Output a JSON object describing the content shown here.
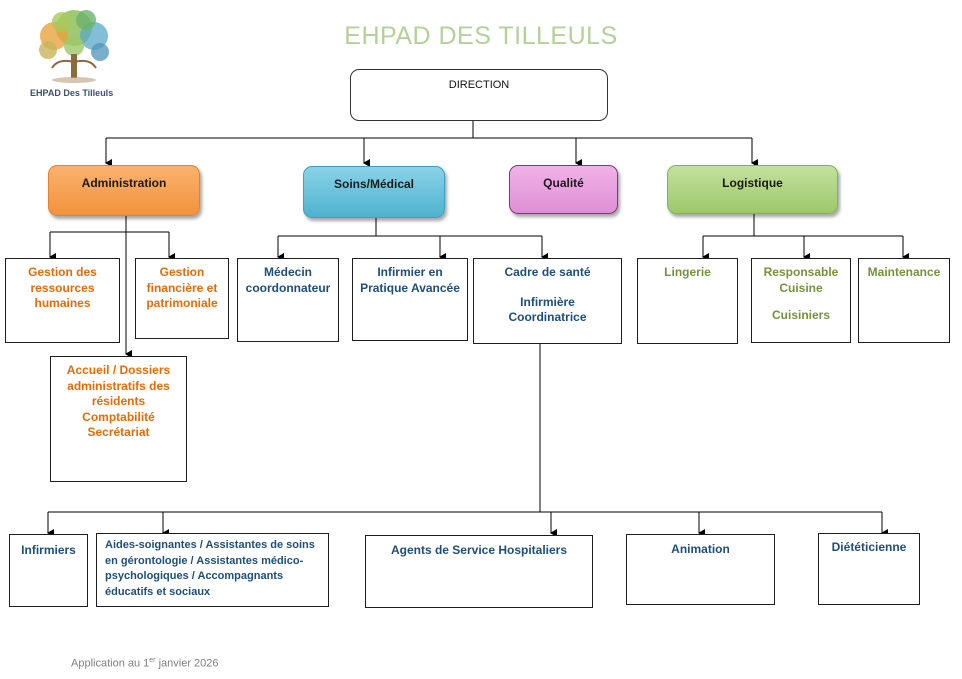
{
  "title": "EHPAD DES TILLEULS",
  "logo": {
    "name": "EHPAD Des Tilleuls",
    "icon": "tree-logo-icon"
  },
  "direction": "DIRECTION",
  "departments": {
    "administration": "Administration",
    "soins": "Soins/Médical",
    "qualite": "Qualité",
    "logistique": "Logistique"
  },
  "admin_units": {
    "rh": "Gestion des ressources humaines",
    "finance": "Gestion financière et patrimoniale",
    "accueil_1": "Accueil / Dossiers administratifs des résidents",
    "accueil_2": "Comptabilité",
    "accueil_3": "Secrétariat"
  },
  "soins_units": {
    "medecin": "Médecin coordonnateur",
    "ipa": "Infirmier en Pratique Avancée",
    "cadre": "Cadre de santé",
    "idec": "Infirmière Coordinatrice"
  },
  "logistique_units": {
    "lingerie": "Lingerie",
    "cuisine": "Responsable Cuisine",
    "cuisiniers": "Cuisiniers",
    "maintenance": "Maintenance"
  },
  "care_staff": {
    "infirmiers": "Infirmiers",
    "aides": "Aides-soignantes / Assistantes de soins en gérontologie / Assistantes médico-psychologiques / Accompagnants éducatifs et sociaux",
    "ash": "Agents de Service Hospitaliers",
    "animation": "Animation",
    "dieteticienne": "Diététicienne"
  },
  "footer": {
    "before": "Application au 1",
    "sup": "er",
    "after": " janvier 2026"
  },
  "colors": {
    "title": "#b5d19a",
    "administration": "#f4a261",
    "soins": "#6cc3dc",
    "qualite": "#e79fdf",
    "logistique": "#b0d585",
    "text_dark": "#1f4e79",
    "text_orange": "#e36c09",
    "text_green": "#76923c"
  }
}
